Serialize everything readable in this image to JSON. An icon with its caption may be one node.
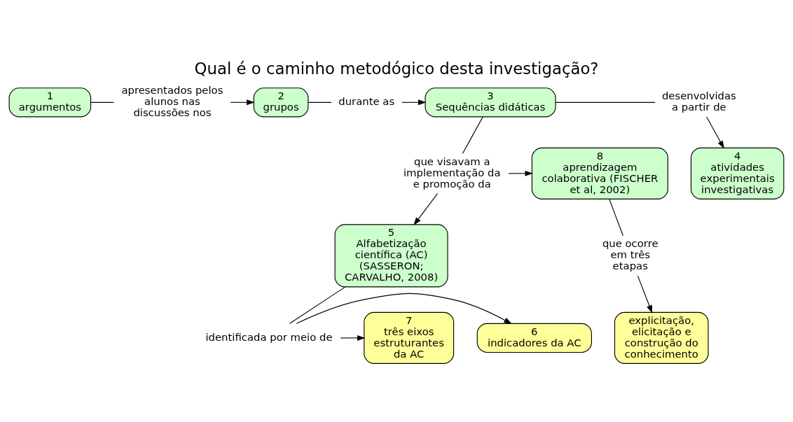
{
  "diagram": {
    "title": "Qual é o caminho metodógico desta investigação?",
    "nodes": [
      {
        "text": [
          "1",
          "argumentos"
        ]
      },
      {
        "text": [
          "apresentados pelos alunos nas discussões nos"
        ]
      },
      {
        "text": [
          "2",
          "grupos"
        ]
      },
      {
        "text": [
          "durante as"
        ]
      },
      {
        "text": [
          "3",
          "Sequências didáticas"
        ]
      },
      {
        "text": [
          "desenvolvidas a partir de"
        ]
      },
      {
        "text": [
          "4",
          "atividades experimentais investigativas"
        ]
      },
      {
        "text": [
          "que visavam a implementação da e promoção da"
        ]
      },
      {
        "text": [
          "8",
          "aprendizagem colaborativa (FISCHER et al, 2002)"
        ]
      },
      {
        "text": [
          "que ocorre em três etapas"
        ]
      },
      {
        "text": [
          "explicitação, elicitação e construção do conhecimento"
        ]
      },
      {
        "text": [
          "5",
          "Alfabetização científica (AC) (SASSERON; CARVALHO, 2008)"
        ]
      },
      {
        "text": [
          "identificada por meio de"
        ]
      },
      {
        "text": [
          "6",
          "indicadores da AC"
        ]
      },
      {
        "text": [
          "7",
          "três eixos estruturantes da AC"
        ]
      }
    ],
    "edges": [
      {
        "from": 0,
        "to": 1,
        "arrow": "none"
      },
      {
        "from": 1,
        "to": 2,
        "arrow": "to"
      },
      {
        "from": 2,
        "to": 3,
        "arrow": "none"
      },
      {
        "from": 3,
        "to": 4,
        "arrow": "to"
      },
      {
        "from": 4,
        "to": 5,
        "arrow": "none"
      },
      {
        "from": 5,
        "to": 6,
        "arrow": "to"
      },
      {
        "from": 4,
        "to": 7,
        "arrow": "none"
      },
      {
        "from": 7,
        "to": 8,
        "arrow": "to"
      },
      {
        "from": 7,
        "to": 11,
        "arrow": "to"
      },
      {
        "from": 8,
        "to": 9,
        "arrow": "none"
      },
      {
        "from": 9,
        "to": 10,
        "arrow": "to"
      },
      {
        "from": 11,
        "to": 12,
        "arrow": "none"
      },
      {
        "from": 12,
        "to": 13,
        "arrow": "to"
      },
      {
        "from": 12,
        "to": 14,
        "arrow": "to"
      }
    ]
  }
}
